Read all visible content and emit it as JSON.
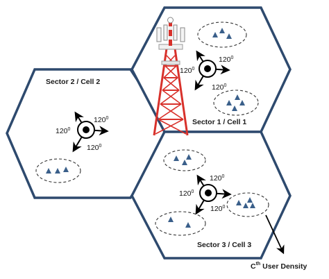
{
  "colors": {
    "hexagon_stroke": "#2e4a6e",
    "user_fill": "#3a5f8a",
    "tower_red": "#d8312b",
    "tower_white": "#f1f1f1"
  },
  "cells": [
    {
      "label": "Sector 1 / Cell 1",
      "angles": [
        "120",
        "120",
        "120"
      ]
    },
    {
      "label": "Sector 2 / Cell 2",
      "angles": [
        "120",
        "120",
        "120"
      ]
    },
    {
      "label": "Sector 3 / Cell 3",
      "angles": [
        "120",
        "120",
        "120"
      ]
    }
  ],
  "degree_symbol": "0",
  "density_label": {
    "base": "C",
    "superscript": "th",
    "rest": " User Density"
  }
}
